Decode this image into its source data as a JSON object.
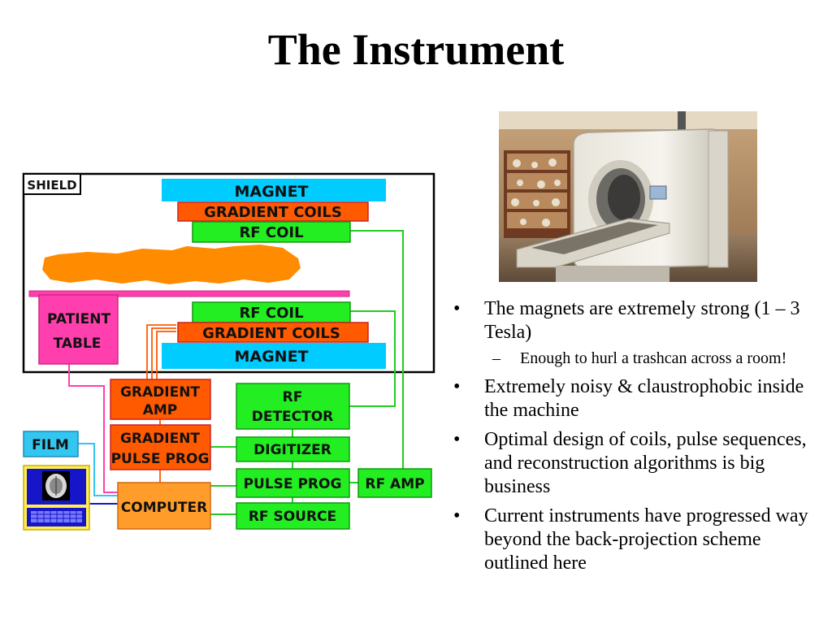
{
  "title": "The Instrument",
  "diagram": {
    "shield": "SHIELD",
    "magnet_top": "MAGNET",
    "gradient_coils_top": "GRADIENT COILS",
    "rf_coil_top": "RF COIL",
    "patient_table_l1": "PATIENT",
    "patient_table_l2": "TABLE",
    "rf_coil_bottom": "RF COIL",
    "gradient_coils_bottom": "GRADIENT COILS",
    "magnet_bottom": "MAGNET",
    "gradient_amp_l1": "GRADIENT",
    "gradient_amp_l2": "AMP",
    "gradient_pulse_l1": "GRADIENT",
    "gradient_pulse_l2": "PULSE PROG",
    "rf_detector_l1": "RF",
    "rf_detector_l2": "DETECTOR",
    "digitizer": "DIGITIZER",
    "pulse_prog": "PULSE PROG",
    "rf_amp": "RF AMP",
    "rf_source": "RF SOURCE",
    "computer": "COMPUTER",
    "film": "FILM",
    "colors": {
      "magnet": "#00ccff",
      "gradient": "#ff5a00",
      "rf": "#22ee22",
      "patient": "#ff3fae",
      "computer": "#ff9c2a",
      "body": "#ff8c00",
      "film": "#33c6f0",
      "monitor": "#1616c8"
    }
  },
  "bullets": [
    {
      "text": "The magnets are extremely strong (1 – 3 Tesla)",
      "level": 1
    },
    {
      "text": "Enough to hurl a trashcan across a room!",
      "level": 2
    },
    {
      "text": "Extremely noisy & claustrophobic inside the machine",
      "level": 1
    },
    {
      "text": "Optimal design of coils, pulse sequences, and reconstruction algorithms is big business",
      "level": 1
    },
    {
      "text": "Current instruments have progressed way beyond the back-projection scheme outlined here",
      "level": 1
    }
  ],
  "markers": {
    "level1": "•",
    "level2": "–"
  }
}
